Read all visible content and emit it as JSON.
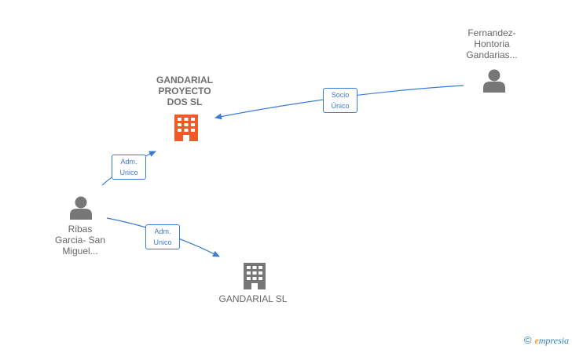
{
  "nodes": {
    "company_main": {
      "label_lines": [
        "GANDARIAL",
        "PROYECTO",
        "DOS  SL"
      ],
      "color": "#f05a28",
      "icon": "building-icon"
    },
    "company_other": {
      "label": "GANDARIAL  SL",
      "color": "#777777",
      "icon": "building-icon"
    },
    "person_fernandez": {
      "label_lines": [
        "Fernandez-",
        "Hontoria",
        "Gandarias..."
      ],
      "color": "#777777",
      "icon": "person-icon"
    },
    "person_ribas": {
      "label_lines": [
        "Ribas",
        "Garcia- San",
        "Miguel..."
      ],
      "color": "#777777",
      "icon": "person-icon"
    }
  },
  "edges": {
    "socio": {
      "lines": [
        "Socio",
        "Único"
      ]
    },
    "adm1": {
      "lines": [
        "Adm.",
        "Unico"
      ]
    },
    "adm2": {
      "lines": [
        "Adm.",
        "Unico"
      ]
    }
  },
  "colors": {
    "edge": "#3a7bd5"
  },
  "brand": {
    "copyright": "©",
    "e": "e",
    "rest": "mpresia"
  }
}
